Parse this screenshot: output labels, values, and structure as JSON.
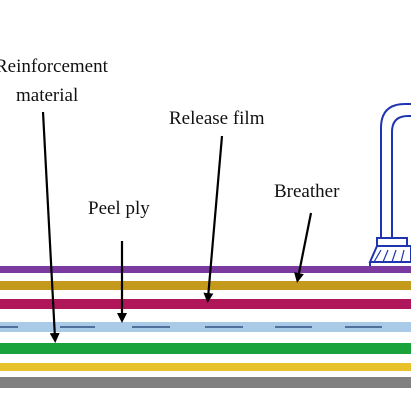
{
  "labels": {
    "reinforcement_line1": "Reinforcement",
    "reinforcement_line2": "material",
    "release_film": "Release film",
    "peel_ply": "Peel ply",
    "breather": "Breather"
  },
  "layers": [
    {
      "name": "breather-layer",
      "color": "#7b3aa0"
    },
    {
      "name": "layer-gold-upper",
      "color": "#c49a1c"
    },
    {
      "name": "release-film-layer",
      "color": "#b0165a"
    },
    {
      "name": "peel-ply-layer",
      "color": "#a9cbe8"
    },
    {
      "name": "reinforcement-layer",
      "color": "#1aa33a"
    },
    {
      "name": "layer-gold-lower",
      "color": "#e8c22a"
    },
    {
      "name": "tool-base-layer",
      "color": "#808080"
    }
  ],
  "colors": {
    "vacuum_port": "#1f35b0",
    "arrow": "#000000",
    "dash": "#1a3a6b"
  },
  "icons": {
    "vacuum_port": "vacuum-port-icon"
  }
}
